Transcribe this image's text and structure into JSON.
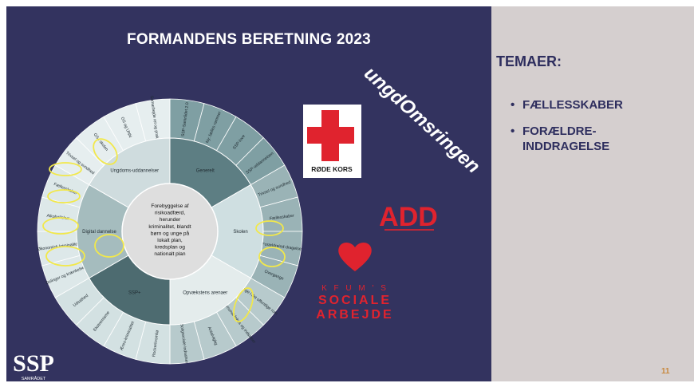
{
  "slide": {
    "title": "FORMANDENS BERETNING 2023",
    "themes_title": "TEMAER:",
    "themes": [
      {
        "lines": [
          "FÆLLESSKABER"
        ]
      },
      {
        "lines": [
          "FORÆLDRE-",
          "INDDRAGELSE"
        ]
      }
    ],
    "page_number": "11"
  },
  "wheel": {
    "center_lines": [
      "Forebyggelse af",
      "risikoadfærd,",
      "herunder",
      "kriminalitet, blandt",
      "børn og unge på",
      "lokalt plan,",
      "kredsplan og",
      "nationalt plan"
    ],
    "middle": [
      "Generelt",
      "Skolen",
      "Opvækstens arenaer",
      "SSP+",
      "Digital dannelse",
      "Ungdoms-uddannelser"
    ],
    "outer": [
      "SSP-Samrådet 2.0",
      "Ny: fælles rammer",
      "SSP-love",
      "SSP-uddannelsen",
      "Trivsel og sundhed",
      "Fællesskaber",
      "Forældreind-dragelse",
      "Overgange",
      "Unge i det offentlige rum",
      "Kommunal fokus og indsatser",
      "Antalvigbg",
      "Boligsociale indsatser",
      "Rockerlivsmilø",
      "Æres-kriminalitet",
      "Ekstremisme",
      "Udsathed",
      "Delinger og krænkelser",
      "Økonomisk kriminalitet",
      "Alkohol/skur",
      "Fællesskaber",
      "Trivsel og sundhed",
      "GS i skolen",
      "GS og UNN",
      "Samarbejde rel og praksis"
    ]
  },
  "logos": {
    "red_cross": "RØDE KORS",
    "ungdomsringen": "ungdOmsringen",
    "add": "ADD",
    "kfum_line1": "K F U M ' S",
    "kfum_line2": "SOCIALE",
    "kfum_line3": "ARBEJDE",
    "ssp_mark": "SSP",
    "ssp_caption": "SAMRÅDET"
  },
  "colors": {
    "left_bg": "#33335f",
    "right_bg": "#d5cfcf",
    "heading_text": "#2e2e5e",
    "highlight_ring": "#f2e84a",
    "red": "#e0232e",
    "page_number": "#c8883c"
  }
}
